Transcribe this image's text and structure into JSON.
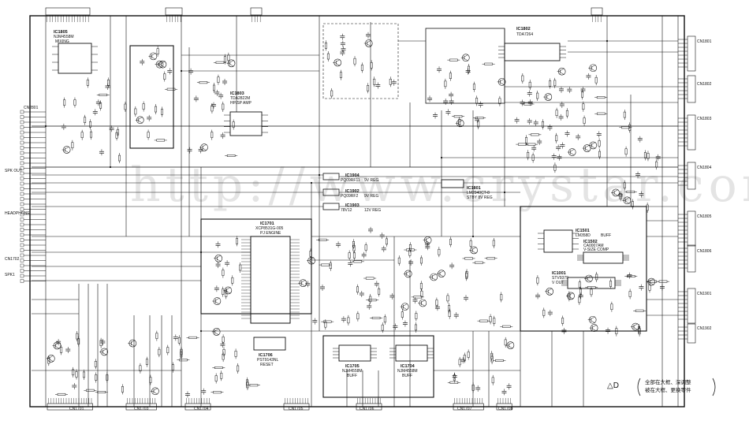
{
  "watermark": "http://www.crystar.com",
  "ics": [
    {
      "id": "ic1805",
      "ref": "IC1805",
      "part": "NJM4558M",
      "func": "MIXING"
    },
    {
      "id": "ic1803",
      "ref": "IC1803",
      "part": "TDA2822M",
      "func": "HP/SP AMP"
    },
    {
      "id": "ic1802",
      "ref": "IC1802",
      "part": "TDA7264",
      "func": ""
    },
    {
      "id": "ic1701",
      "ref": "IC1701",
      "part": "XCP8531G-005",
      "func": "PJ ENGINE"
    },
    {
      "id": "ic1706",
      "ref": "IC1706",
      "part": "PST9143NL",
      "func": "RESET"
    },
    {
      "id": "ic1705",
      "ref": "IC1705",
      "part": "NJM4558M",
      "func": "BUFF"
    },
    {
      "id": "ic1704",
      "ref": "IC1704",
      "part": "NJM4558M",
      "func": "BUFF"
    },
    {
      "id": "ic1801",
      "ref": "IC1801",
      "part": "LM2940CT-8",
      "func": "STBY 8V REG"
    },
    {
      "id": "ic1904",
      "ref": "IC1904",
      "part": "PQ09RF11",
      "func": "9V REG"
    },
    {
      "id": "ic1902",
      "ref": "IC1902",
      "part": "PQ09RF2",
      "func": "9V REG"
    },
    {
      "id": "ic1903",
      "ref": "IC1903",
      "part": "78V12",
      "func": "12V REG"
    },
    {
      "id": "ic1501",
      "ref": "IC1501",
      "part": "LM358D",
      "func": "BUFF"
    },
    {
      "id": "ic1502",
      "ref": "IC1502",
      "part": "CA0007AM",
      "func": "V-SIZE COMP"
    },
    {
      "id": "ic1001",
      "ref": "IC1001",
      "part": "STV9379",
      "func": "V OUT"
    }
  ],
  "connectors_left": [
    "CN2801",
    "SPK OUT",
    "HEADPHONE",
    "CN1702",
    "SPK1"
  ],
  "connectors_right": [
    "CN1801",
    "CN1802",
    "CN1803",
    "CN1804",
    "CN1805",
    "CN1806",
    "CN1901",
    "CN1902"
  ],
  "connectors_bottom": [
    "CN1701",
    "CN1703",
    "CN1704",
    "CN1705",
    "CN1706",
    "CN1707",
    "CN1708"
  ],
  "legend": {
    "symbol": "△D",
    "line1": "全部在大框、深调整",
    "line2": "被在大框、更换零件"
  }
}
